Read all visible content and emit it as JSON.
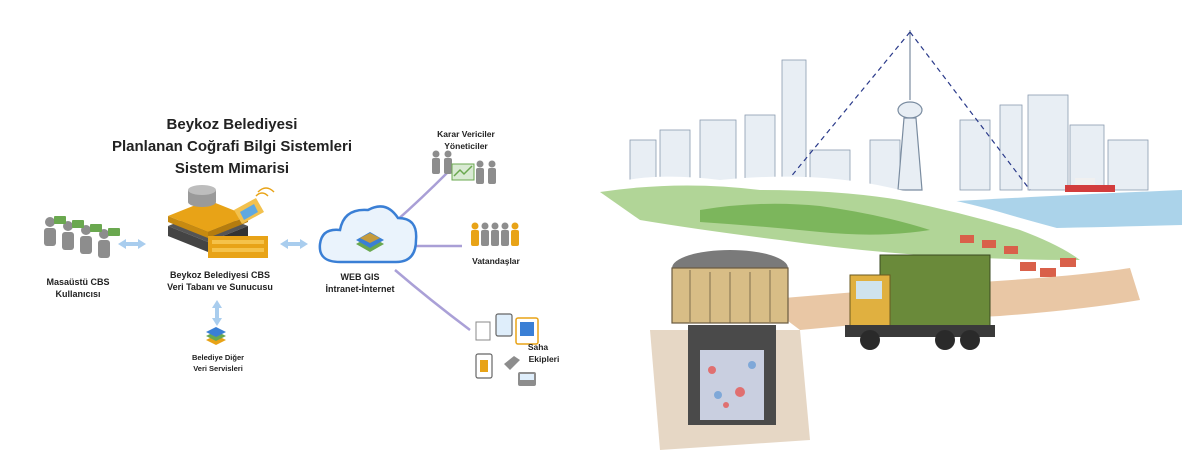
{
  "title": {
    "line1": "Beykoz Belediyesi",
    "line2": "Planlanan Coğrafi Bilgi Sistemleri",
    "line3": "Sistem Mimarisi"
  },
  "nodes": {
    "desktop": {
      "line1": "Masaüstü CBS",
      "line2": "Kullanıcısı",
      "icon": "desktop-users-icon"
    },
    "server": {
      "line1": "Beykoz Belediyesi CBS",
      "line2": "Veri Tabanı ve Sunucusu",
      "icon": "database-server-icon"
    },
    "other_services": {
      "line1": "Belediye Diğer",
      "line2": "Veri Servisleri",
      "icon": "layers-icon"
    },
    "webgis": {
      "line1": "WEB GIS",
      "line2": "İntranet-İnternet",
      "icon": "cloud-icon"
    },
    "decision_makers": {
      "line1": "Karar Vericiler",
      "line2": "Yöneticiler",
      "icon": "managers-icon"
    },
    "citizens": {
      "line1": "Vatandaşlar",
      "icon": "citizens-icon"
    },
    "field": {
      "line1": "Saha",
      "line2": "Ekipleri",
      "icon": "field-devices-icon"
    }
  },
  "illustration": {
    "description_icon": "city-waste-illustration",
    "colors": {
      "sky": "#ffffff",
      "hill": "#8dc06a",
      "sea": "#7ab8d9",
      "truck": "#6a8a3a",
      "cab": "#e0b040"
    }
  },
  "colors": {
    "accent_orange": "#e8a317",
    "cloud_blue": "#3a7fd5",
    "arrow_blue": "#9fc3e8",
    "line_purple": "#8e7cc3",
    "person_gray": "#8a8a8a",
    "green": "#6aa84f"
  }
}
